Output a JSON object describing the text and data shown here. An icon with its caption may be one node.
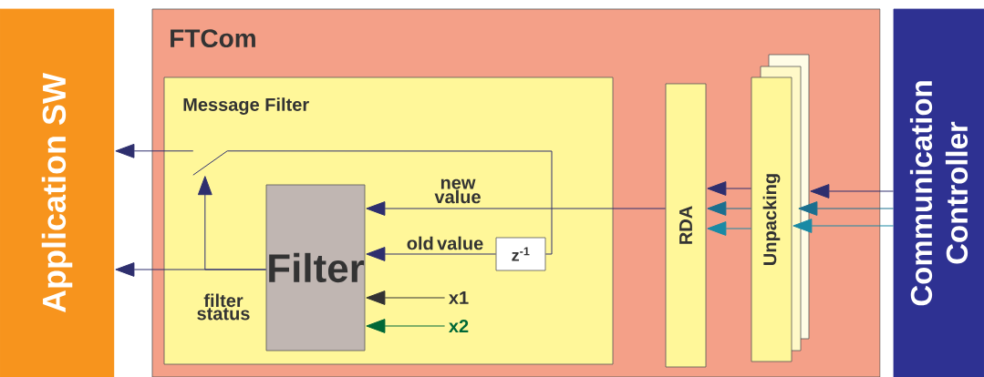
{
  "diagram": {
    "nodes": [
      {
        "text": [
          "Application SW"
        ]
      },
      {
        "text": [
          "FTCom"
        ]
      },
      {
        "text": [
          "Message Filter"
        ],
        "in": 1
      },
      {
        "text": [
          "Filter"
        ],
        "in": 2
      },
      {
        "text": [
          "z$^{-1}$"
        ],
        "in": 2
      },
      {
        "text": [
          "RDA"
        ],
        "in": 1
      },
      {
        "text": [
          "Unpacking"
        ],
        "in": 1
      },
      {
        "text": [
          "Communication Controller"
        ]
      },
      {
        "text": [],
        "shape": "switch",
        "in": 2
      },
      {
        "text": [
          "x1"
        ],
        "in": 2
      },
      {
        "text": [
          "x2"
        ],
        "in": 2
      }
    ],
    "edges": [
      {
        "from": 5,
        "to": 3,
        "arrow": "to",
        "label": "new value"
      },
      {
        "from": 4,
        "to": 3,
        "arrow": "to",
        "label": "old value"
      },
      {
        "from": 8,
        "to": 0,
        "arrow": "to"
      },
      {
        "from": 8,
        "to": 4,
        "arrow": "none"
      },
      {
        "from": 3,
        "to": 0,
        "arrow": "to",
        "label": "filter status"
      },
      {
        "from": 3,
        "to": 8,
        "arrow": "to"
      },
      {
        "from": 9,
        "to": 3,
        "arrow": "to",
        "color": "#333333"
      },
      {
        "from": 10,
        "to": 3,
        "arrow": "to",
        "color": "#006837"
      },
      {
        "from": 6,
        "to": 5,
        "arrow": "to"
      },
      {
        "from": 6,
        "to": 5,
        "arrow": "to",
        "color": "#1b6f8f"
      },
      {
        "from": 6,
        "to": 5,
        "arrow": "to",
        "color": "#1a8aa5"
      },
      {
        "from": 7,
        "to": 6,
        "arrow": "to"
      },
      {
        "from": 7,
        "to": 6,
        "arrow": "to",
        "color": "#1b6f8f"
      },
      {
        "from": 7,
        "to": 6,
        "arrow": "to",
        "color": "#1a8aa5"
      }
    ]
  }
}
